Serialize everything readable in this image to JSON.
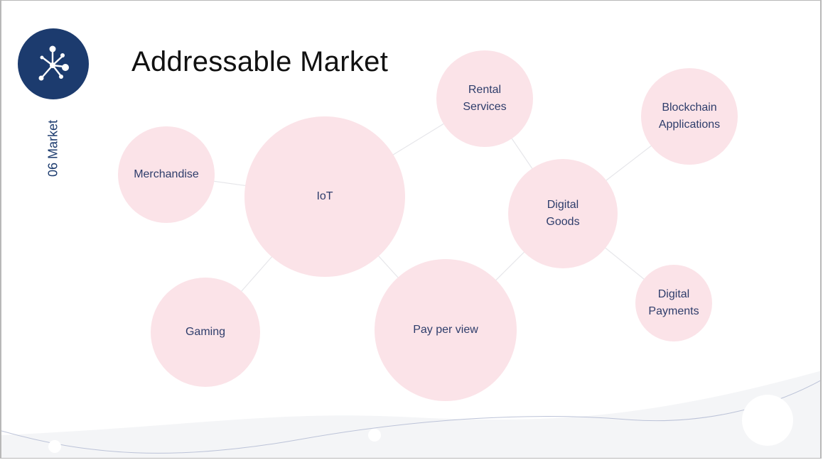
{
  "header": {
    "title": "Addressable Market",
    "section_label": "06 Market",
    "logo_icon": "network-node-icon"
  },
  "colors": {
    "brand_navy": "#1c3b6e",
    "bubble_fill": "#fbe3e8",
    "bubble_text": "#2e3d6b",
    "edge": "#e6e6ea"
  },
  "diagram": {
    "nodes": [
      {
        "id": "merchandise",
        "label": "Merchandise"
      },
      {
        "id": "iot",
        "label": "IoT"
      },
      {
        "id": "rental-services",
        "label": "Rental\nServices"
      },
      {
        "id": "blockchain-applications",
        "label": "Blockchain\nApplications"
      },
      {
        "id": "digital-goods",
        "label": "Digital\nGoods"
      },
      {
        "id": "gaming",
        "label": "Gaming"
      },
      {
        "id": "pay-per-view",
        "label": "Pay per view"
      },
      {
        "id": "digital-payments",
        "label": "Digital\nPayments"
      }
    ],
    "edges": [
      [
        "merchandise",
        "iot"
      ],
      [
        "iot",
        "rental-services"
      ],
      [
        "iot",
        "gaming"
      ],
      [
        "iot",
        "pay-per-view"
      ],
      [
        "rental-services",
        "digital-goods"
      ],
      [
        "digital-goods",
        "blockchain-applications"
      ],
      [
        "digital-goods",
        "pay-per-view"
      ],
      [
        "digital-goods",
        "digital-payments"
      ]
    ]
  }
}
